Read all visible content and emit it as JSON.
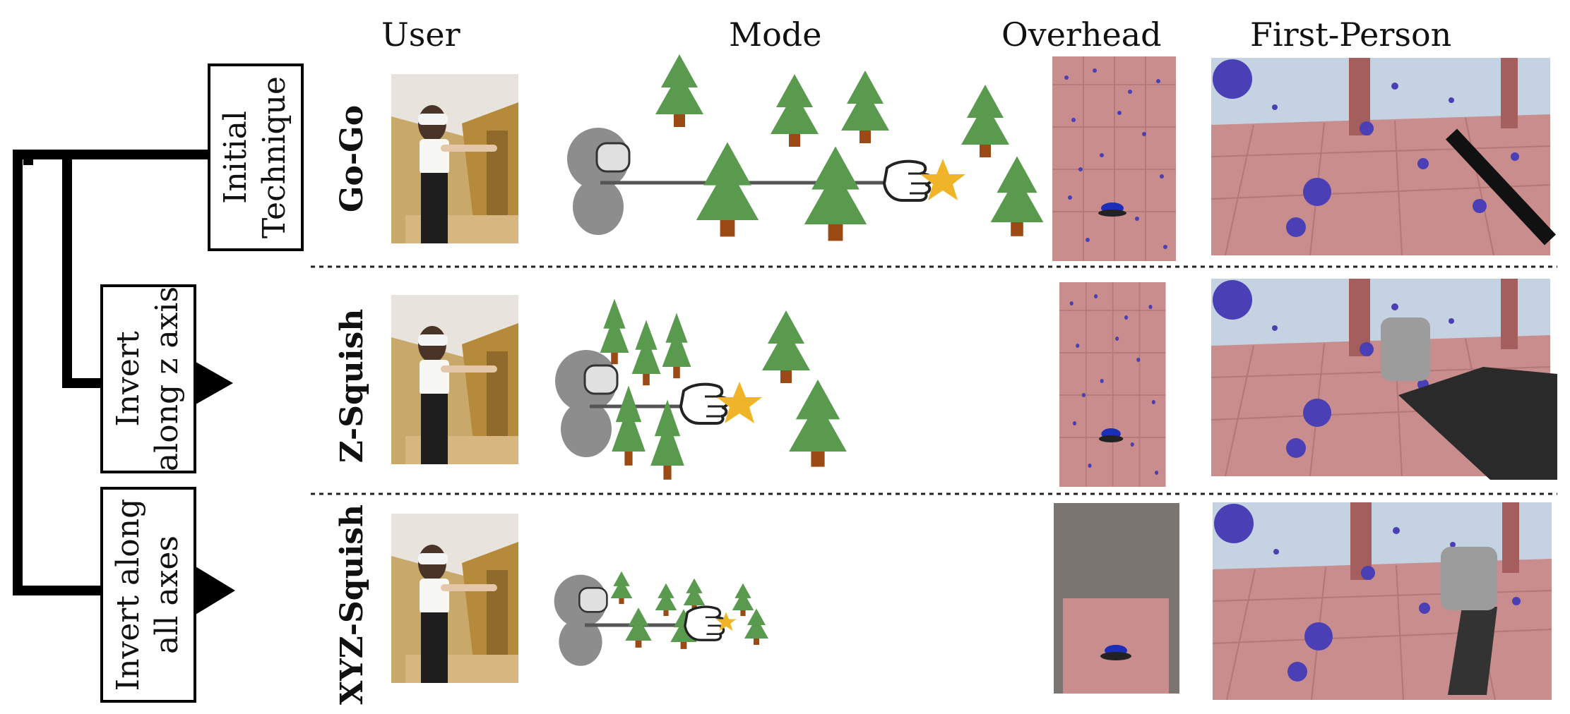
{
  "headers": {
    "user": "User",
    "mode": "Mode",
    "overhead": "Overhead",
    "first_person": "First-Person"
  },
  "steps": {
    "initial": [
      "Initial",
      "Technique"
    ],
    "invert_z": [
      "Invert",
      "along z axis"
    ],
    "invert_all": [
      "Invert along",
      "all axes"
    ]
  },
  "modes": [
    "Go-Go",
    "Z-Squish",
    "XYZ-Squish"
  ],
  "colors": {
    "tree_green": "#5a9a4e",
    "trunk_brown": "#9b4a16",
    "star_gold": "#f0b429",
    "avatar_gray": "#8d8d8d",
    "floor_pink": "#c98d8d",
    "sky_blue": "#c4d2e2",
    "sphere_blue": "#4a3fb5"
  }
}
